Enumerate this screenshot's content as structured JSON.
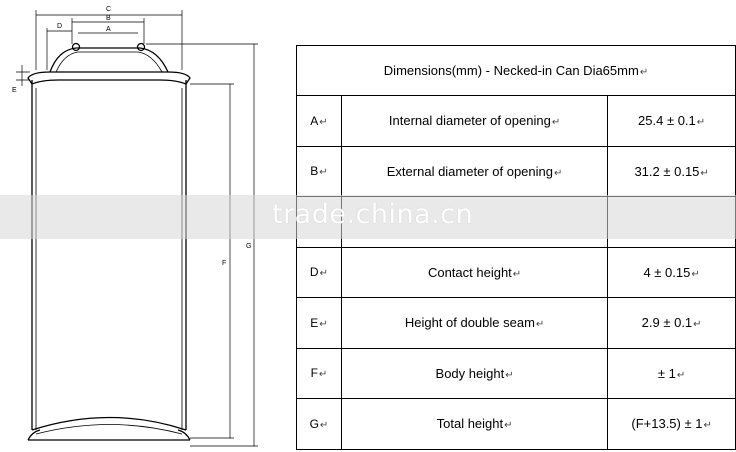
{
  "drawing": {
    "labels": {
      "A": "A",
      "B": "B",
      "C": "C",
      "D": "D",
      "E": "E",
      "F": "F",
      "G": "G"
    }
  },
  "table": {
    "title": "Dimensions(mm) - Necked-in Can Dia65mm",
    "rows": [
      {
        "code": "A",
        "name": "Internal diameter of opening",
        "value": "25.4 ± 0.1"
      },
      {
        "code": "B",
        "name": "External diameter of opening",
        "value": "31.2 ± 0.15"
      },
      {
        "code": "",
        "name": "",
        "value": ""
      },
      {
        "code": "D",
        "name": "Contact height",
        "value": "4 ± 0.15"
      },
      {
        "code": "E",
        "name": "Height of double seam",
        "value": "2.9 ± 0.1"
      },
      {
        "code": "F",
        "name": "Body height",
        "value": "± 1"
      },
      {
        "code": "G",
        "name": "Total height",
        "value": "(F+13.5) ± 1"
      }
    ]
  },
  "watermark": "trade.china.cn",
  "return_mark": "↵"
}
